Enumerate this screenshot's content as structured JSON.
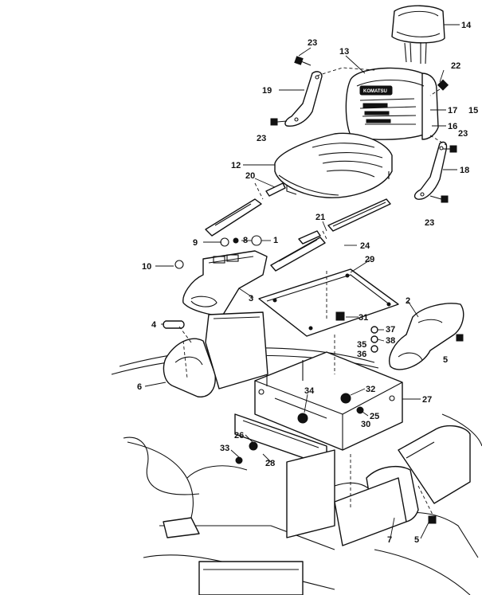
{
  "diagram": {
    "seat_logo_text": "KOMATSU",
    "callouts": [
      {
        "id": "c14",
        "label": "14"
      },
      {
        "id": "c13",
        "label": "13"
      },
      {
        "id": "c23a",
        "label": "23"
      },
      {
        "id": "c22",
        "label": "22"
      },
      {
        "id": "c19",
        "label": "19"
      },
      {
        "id": "c17",
        "label": "17"
      },
      {
        "id": "c15",
        "label": "15"
      },
      {
        "id": "c16",
        "label": "16"
      },
      {
        "id": "c23b",
        "label": "23"
      },
      {
        "id": "c23c",
        "label": "23"
      },
      {
        "id": "c12",
        "label": "12"
      },
      {
        "id": "c18",
        "label": "18"
      },
      {
        "id": "c20",
        "label": "20"
      },
      {
        "id": "c23d",
        "label": "23"
      },
      {
        "id": "c21",
        "label": "21"
      },
      {
        "id": "c9",
        "label": "9"
      },
      {
        "id": "c8",
        "label": "8"
      },
      {
        "id": "c1",
        "label": "1"
      },
      {
        "id": "c24",
        "label": "24"
      },
      {
        "id": "c10",
        "label": "10"
      },
      {
        "id": "c29",
        "label": "29"
      },
      {
        "id": "c3",
        "label": "3"
      },
      {
        "id": "c2",
        "label": "2"
      },
      {
        "id": "c31",
        "label": "31"
      },
      {
        "id": "c4",
        "label": "4"
      },
      {
        "id": "c37",
        "label": "37"
      },
      {
        "id": "c38",
        "label": "38"
      },
      {
        "id": "c35",
        "label": "35"
      },
      {
        "id": "c36",
        "label": "36"
      },
      {
        "id": "c5a",
        "label": "5"
      },
      {
        "id": "c6",
        "label": "6"
      },
      {
        "id": "c34",
        "label": "34"
      },
      {
        "id": "c32",
        "label": "32"
      },
      {
        "id": "c27",
        "label": "27"
      },
      {
        "id": "c25",
        "label": "25"
      },
      {
        "id": "c30",
        "label": "30"
      },
      {
        "id": "c26",
        "label": "26"
      },
      {
        "id": "c33",
        "label": "33"
      },
      {
        "id": "c28",
        "label": "28"
      },
      {
        "id": "c7",
        "label": "7"
      },
      {
        "id": "c5b",
        "label": "5"
      }
    ]
  }
}
